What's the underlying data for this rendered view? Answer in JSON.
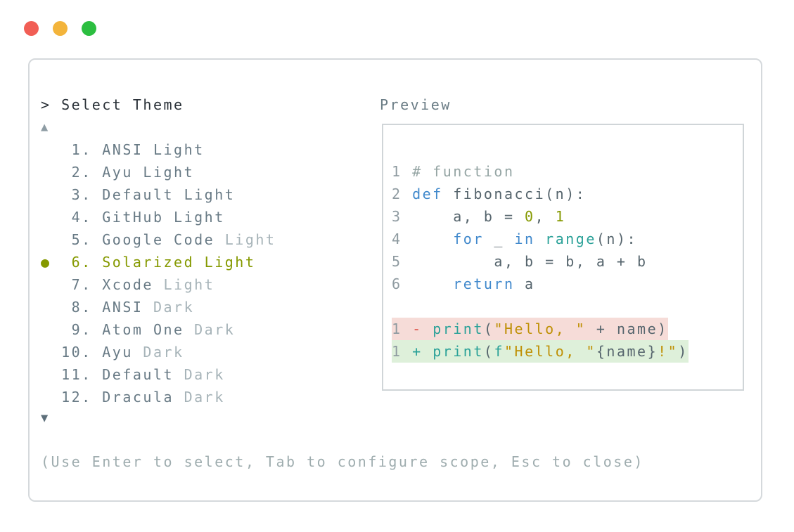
{
  "window": {
    "traffic_lights": [
      {
        "name": "close",
        "color": "#f15e55"
      },
      {
        "name": "minimize",
        "color": "#f3b43b"
      },
      {
        "name": "zoom",
        "color": "#2cbe40"
      }
    ]
  },
  "picker": {
    "prompt_symbol": ">",
    "title": "Select Theme",
    "scroll_up_symbol": "▲",
    "scroll_down_symbol": "▼",
    "selected_marker": "●",
    "items": [
      {
        "num": "1",
        "name": "ANSI",
        "suffix": "Light",
        "selected": false,
        "muted_suffix": false
      },
      {
        "num": "2",
        "name": "Ayu",
        "suffix": "Light",
        "selected": false,
        "muted_suffix": false
      },
      {
        "num": "3",
        "name": "Default",
        "suffix": "Light",
        "selected": false,
        "muted_suffix": false
      },
      {
        "num": "4",
        "name": "GitHub",
        "suffix": "Light",
        "selected": false,
        "muted_suffix": false
      },
      {
        "num": "5",
        "name": "Google Code",
        "suffix": "Light",
        "selected": false,
        "muted_suffix": true
      },
      {
        "num": "6",
        "name": "Solarized",
        "suffix": "Light",
        "selected": true,
        "muted_suffix": false
      },
      {
        "num": "7",
        "name": "Xcode",
        "suffix": "Light",
        "selected": false,
        "muted_suffix": true
      },
      {
        "num": "8",
        "name": "ANSI",
        "suffix": "Dark",
        "selected": false,
        "muted_suffix": true
      },
      {
        "num": "9",
        "name": "Atom One",
        "suffix": "Dark",
        "selected": false,
        "muted_suffix": true
      },
      {
        "num": "10",
        "name": "Ayu",
        "suffix": "Dark",
        "selected": false,
        "muted_suffix": true
      },
      {
        "num": "11",
        "name": "Default",
        "suffix": "Dark",
        "selected": false,
        "muted_suffix": true
      },
      {
        "num": "12",
        "name": "Dracula",
        "suffix": "Dark",
        "selected": false,
        "muted_suffix": true
      }
    ],
    "footer": "(Use Enter to select, Tab to configure scope, Esc to close)"
  },
  "preview": {
    "label": "Preview",
    "code_lines": [
      {
        "tokens": [
          {
            "c": "ln",
            "t": "1 "
          },
          {
            "c": "comment",
            "t": "# function"
          }
        ]
      },
      {
        "tokens": [
          {
            "c": "ln",
            "t": "2 "
          },
          {
            "c": "kw",
            "t": "def"
          },
          {
            "c": "base",
            "t": " fibonacci(n):"
          }
        ]
      },
      {
        "tokens": [
          {
            "c": "ln",
            "t": "3 "
          },
          {
            "c": "base",
            "t": "    a, b = "
          },
          {
            "c": "num",
            "t": "0"
          },
          {
            "c": "base",
            "t": ", "
          },
          {
            "c": "num",
            "t": "1"
          }
        ]
      },
      {
        "tokens": [
          {
            "c": "ln",
            "t": "4 "
          },
          {
            "c": "base",
            "t": "    "
          },
          {
            "c": "kw",
            "t": "for"
          },
          {
            "c": "base",
            "t": " _ "
          },
          {
            "c": "kw",
            "t": "in"
          },
          {
            "c": "base",
            "t": " "
          },
          {
            "c": "fn",
            "t": "range"
          },
          {
            "c": "base",
            "t": "(n):"
          }
        ]
      },
      {
        "tokens": [
          {
            "c": "ln",
            "t": "5 "
          },
          {
            "c": "base",
            "t": "        a, b = b, a + b"
          }
        ]
      },
      {
        "tokens": [
          {
            "c": "ln",
            "t": "6 "
          },
          {
            "c": "base",
            "t": "    "
          },
          {
            "c": "kw",
            "t": "return"
          },
          {
            "c": "base",
            "t": " a"
          }
        ]
      },
      {
        "tokens": []
      },
      {
        "bg": "removed",
        "tokens": [
          {
            "c": "ln",
            "t": "1 "
          },
          {
            "c": "del",
            "t": "- "
          },
          {
            "c": "fn",
            "t": "print"
          },
          {
            "c": "base",
            "t": "("
          },
          {
            "c": "str",
            "t": "\"Hello, \""
          },
          {
            "c": "base",
            "t": " + name)"
          }
        ]
      },
      {
        "bg": "added",
        "tokens": [
          {
            "c": "ln",
            "t": "1 "
          },
          {
            "c": "fn",
            "t": "+"
          },
          {
            "c": "base",
            "t": " "
          },
          {
            "c": "fn",
            "t": "print"
          },
          {
            "c": "base",
            "t": "("
          },
          {
            "c": "fn",
            "t": "f"
          },
          {
            "c": "str",
            "t": "\"Hello, \""
          },
          {
            "c": "base",
            "t": "{name}"
          },
          {
            "c": "str",
            "t": "!\""
          },
          {
            "c": "base",
            "t": ")"
          }
        ]
      }
    ]
  },
  "colors": {
    "accent_selected": "#859900",
    "traffic_red": "#f15e55",
    "traffic_yellow": "#f3b43b",
    "traffic_green": "#2cbe40",
    "panel_border": "#d5d9dc",
    "title_text": "#2a3138",
    "item_text": "#687a85",
    "item_muted": "#a6b3b8",
    "scroll_up": "#8e9ca4",
    "scroll_down": "#5d6f7a",
    "help_text": "#9fadaf",
    "preview_label": "#6a7c85",
    "preview_border": "#d0d5d8",
    "code_base": "#56656d",
    "code_comment": "#95a5a4",
    "code_keyword": "#4189cc",
    "code_function": "#2aa198",
    "code_string": "#bf9005",
    "code_number": "#859900",
    "code_deletion": "#dc4b42",
    "code_linenum": "#8f9ba1",
    "diff_removed_bg": "#f6dcd8",
    "diff_added_bg": "#def0da"
  }
}
